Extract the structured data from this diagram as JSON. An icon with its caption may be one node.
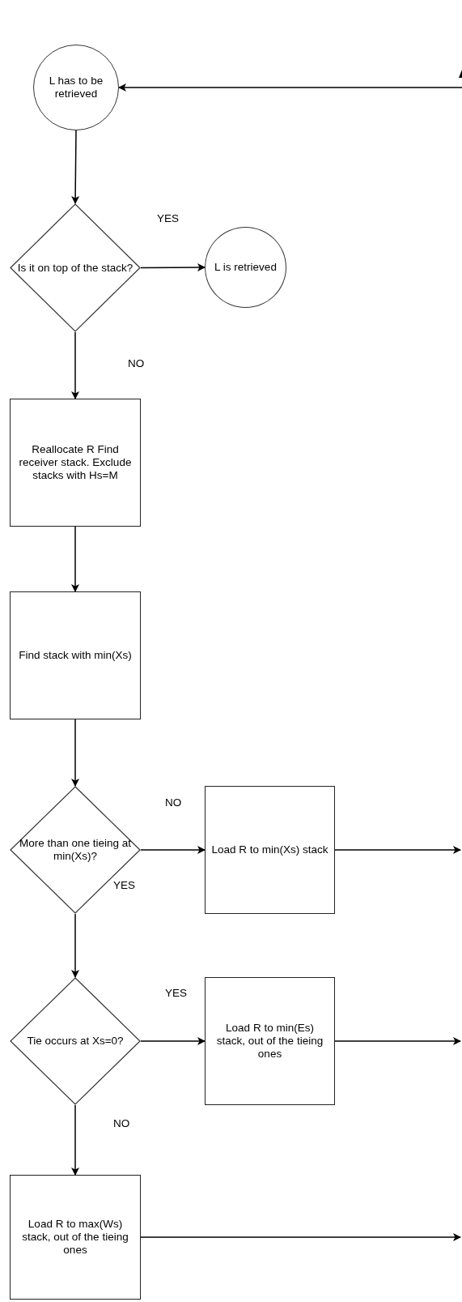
{
  "diagram": {
    "nodes": [
      {
        "text": [
          "L has to be retrieved"
        ]
      },
      {
        "text": [
          "Is it on top of the stack?"
        ]
      },
      {
        "text": [
          "L is retrieved"
        ]
      },
      {
        "text": [
          "Reallocate R Find receiver stack. Exclude stacks with Hs=M"
        ]
      },
      {
        "text": [
          "Find stack with min(Xs)"
        ]
      },
      {
        "text": [
          "More than one tieing at min(Xs)?"
        ]
      },
      {
        "text": [
          "Load R to min(Xs) stack"
        ]
      },
      {
        "text": [
          "Tie occurs at Xs=0?"
        ]
      },
      {
        "text": [
          "Load R to min(Es) stack, out of the tieing ones"
        ]
      },
      {
        "text": [
          "Load R to max(Ws) stack, out of the tieing ones"
        ]
      }
    ],
    "edges": [
      {
        "from": null,
        "to": 0,
        "arrow": "to"
      },
      {
        "from": 0,
        "to": 1,
        "arrow": "to"
      },
      {
        "from": 1,
        "to": 2,
        "arrow": "to",
        "label": "YES"
      },
      {
        "from": 1,
        "to": 3,
        "arrow": "to",
        "label": "NO"
      },
      {
        "from": 3,
        "to": 4,
        "arrow": "to"
      },
      {
        "from": 4,
        "to": 5,
        "arrow": "to"
      },
      {
        "from": 5,
        "to": 6,
        "arrow": "to",
        "label": "NO"
      },
      {
        "from": 5,
        "to": 7,
        "arrow": "to",
        "label": "YES"
      },
      {
        "from": 7,
        "to": 8,
        "arrow": "to",
        "label": "YES"
      },
      {
        "from": 7,
        "to": 9,
        "arrow": "to",
        "label": "NO"
      },
      {
        "from": 6,
        "to": null,
        "arrow": "to"
      },
      {
        "from": 8,
        "to": null,
        "arrow": "to"
      },
      {
        "from": 9,
        "to": null,
        "arrow": "to"
      }
    ]
  }
}
